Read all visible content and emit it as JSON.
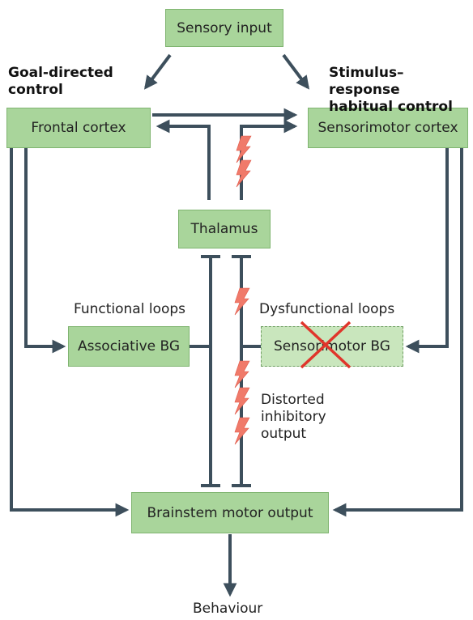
{
  "nodes": {
    "sensory_input": "Sensory input",
    "frontal_cortex": "Frontal cortex",
    "sensorimotor_cortex": "Sensorimotor cortex",
    "thalamus": "Thalamus",
    "associative_bg": "Associative BG",
    "sensorimotor_bg": "Sensorimotor BG",
    "brainstem": "Brainstem motor output"
  },
  "headers": {
    "goal_line1": "Goal-directed",
    "goal_line2": "control",
    "habit_line1": "Stimulus–response",
    "habit_line2": "habitual control"
  },
  "labels": {
    "functional_loops": "Functional loops",
    "dysfunctional_loops": "Dysfunctional loops",
    "distorted_line1": "Distorted",
    "distorted_line2": "inhibitory",
    "distorted_line3": "output",
    "behaviour": "Behaviour"
  },
  "colors": {
    "box_fill": "#a9d59b",
    "arrow": "#3d4f5c",
    "lightning": "#f07a6a",
    "cross": "#e0352b"
  }
}
